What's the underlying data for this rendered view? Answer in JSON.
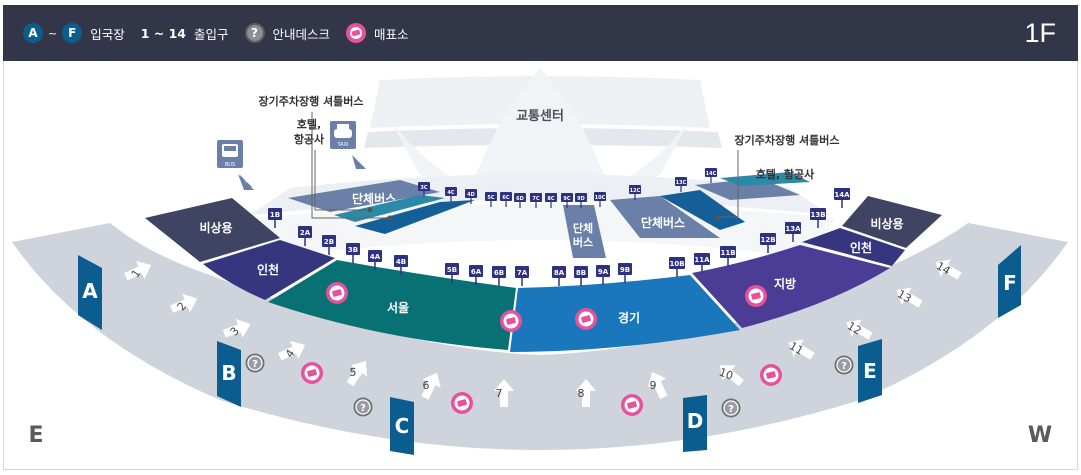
{
  "header": {
    "legend": {
      "entrance_from": "A",
      "entrance_to": "F",
      "entrance_tilde": "~",
      "entrance_label": "입국장",
      "exit_range": "1 ~ 14",
      "exit_label": "출입구",
      "info_icon": "?",
      "info_label": "안내데스크",
      "ticket_label": "매표소"
    },
    "floor": "1F"
  },
  "colors": {
    "header_bg": "#333548",
    "entrance": "#0c5d8f",
    "walkway": "#cfd4dc",
    "emergency": "#3e4462",
    "incheon": "#36367f",
    "seoul": "#087174",
    "gyeonggi": "#1a77bb",
    "jibang": "#4b3d96",
    "group_bus": "#6a80a9",
    "ticket": "#e8509d",
    "info": "#7d8087",
    "stop_sign": "#2e3180"
  },
  "map": {
    "transport_center": "교통센터",
    "shuttle_left": "장기주차장행 셔틀버스",
    "shuttle_right": "장기주차장행 셔틀버스",
    "hotel_left_1": "호텔,",
    "hotel_left_2": "항공사",
    "hotel_right": "호텔, 항공사",
    "bus_icon": "BUS",
    "taxi_icon": "TAXI",
    "group_bus_left": "단체버스",
    "group_bus_mid_1": "단체",
    "group_bus_mid_2": "버스",
    "group_bus_right": "단체버스",
    "zones": {
      "emergency_left": "비상용",
      "incheon_left": "인천",
      "seoul": "서울",
      "gyeonggi": "경기",
      "jibang": "지방",
      "incheon_right": "인천",
      "emergency_right": "비상용"
    },
    "entrances": [
      "A",
      "B",
      "C",
      "D",
      "E",
      "F"
    ],
    "exits": [
      "1",
      "2",
      "3",
      "4",
      "5",
      "6",
      "7",
      "8",
      "9",
      "10",
      "11",
      "12",
      "13",
      "14"
    ],
    "stops_front": [
      "1B",
      "2A",
      "2B",
      "3B",
      "4A",
      "4B",
      "5B",
      "6A",
      "6B",
      "7A",
      "8A",
      "8B",
      "9A",
      "9B",
      "10B",
      "11A",
      "11B",
      "12B",
      "13A",
      "13B",
      "14A"
    ],
    "stops_back": [
      "3C",
      "4C",
      "4D",
      "5C",
      "6C",
      "6D",
      "7C",
      "8C",
      "9C",
      "9D",
      "10C",
      "12C",
      "13C",
      "14C"
    ],
    "direction_east": "E",
    "direction_west": "W"
  }
}
